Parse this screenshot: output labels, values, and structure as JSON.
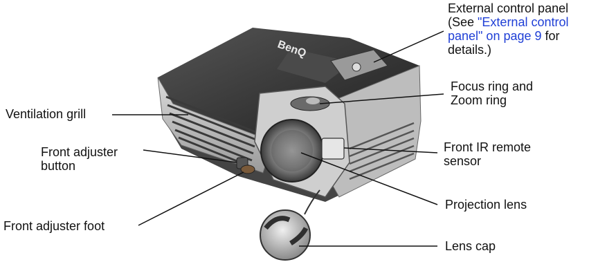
{
  "brand": "BenQ",
  "labels": {
    "external_control_panel": {
      "line1": "External control panel",
      "line2_prefix": "(See ",
      "line2_link": "\"External control",
      "line3_link": "panel\" on page 9",
      "line3_suffix": " for",
      "line4": "details.)"
    },
    "focus_ring": {
      "line1": "Focus ring and",
      "line2": "Zoom ring"
    },
    "ventilation_grill": "Ventilation grill",
    "front_adjuster_button": {
      "line1": "Front adjuster",
      "line2": "button"
    },
    "front_ir_sensor": {
      "line1": "Front IR remote",
      "line2": "sensor"
    },
    "projection_lens": "Projection lens",
    "front_adjuster_foot": "Front adjuster foot",
    "lens_cap": "Lens cap"
  },
  "colors": {
    "link": "#1f3fd6",
    "body_dark": "#2d2d2d",
    "body_silver": "#c8c8c8"
  }
}
